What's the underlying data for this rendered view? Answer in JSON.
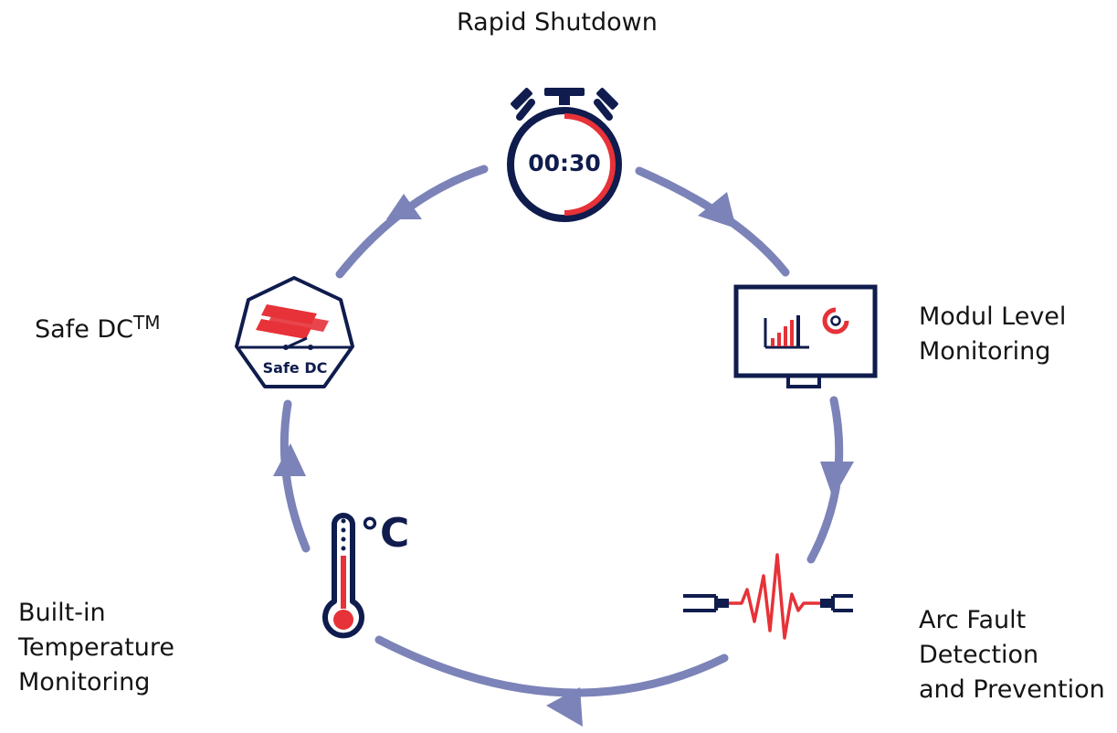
{
  "colors": {
    "arrow": "#7b83b8",
    "navy": "#0f1c4d",
    "accent_red": "#e63238"
  },
  "labels": {
    "rapid_shutdown": "Rapid Shutdown",
    "modul_level_line1": "Modul Level",
    "modul_level_line2": "Monitoring",
    "arc_fault_line1": "Arc Fault",
    "arc_fault_line2": "Detection",
    "arc_fault_line3": "and Prevention",
    "temperature_line1": "Built-in",
    "temperature_line2": "Temperature",
    "temperature_line3": "Monitoring",
    "safe_dc": "Safe DC",
    "safe_dc_trademark": "TM"
  },
  "icons": {
    "timer_text": "00:30",
    "degree_celsius": "°C",
    "safe_dc_badge": "Safe DC",
    "names": [
      "stopwatch-icon",
      "monitor-chart-icon",
      "arc-fault-icon",
      "thermometer-icon",
      "safe-dc-icon"
    ]
  }
}
